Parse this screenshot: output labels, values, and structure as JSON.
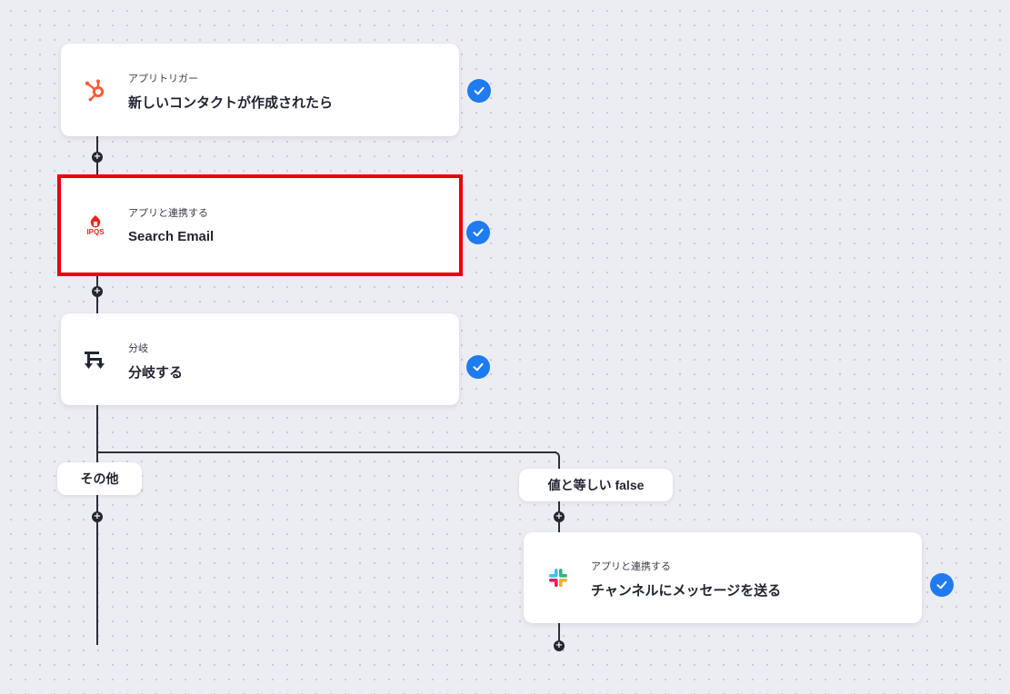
{
  "steps": [
    {
      "subtitle": "アプリトリガー",
      "title": "新しいコンタクトが作成されたら",
      "icon": "hubspot-icon"
    },
    {
      "subtitle": "アプリと連携する",
      "title": "Search Email",
      "icon": "ipqs-icon"
    },
    {
      "subtitle": "分岐",
      "title": "分岐する",
      "icon": "branch-icon"
    },
    {
      "subtitle": "アプリと連携する",
      "title": "チャンネルにメッセージを送る",
      "icon": "slack-icon"
    }
  ],
  "branches": {
    "left_label": "その他",
    "right_label": "値と等しい false"
  },
  "ipqs_logo_text": "IPQS",
  "colors": {
    "check": "#1e7bf0",
    "highlight": "#e8000b",
    "hubspot": "#ff5c35",
    "ipqs": "#e8261c",
    "line": "#2a2f38"
  }
}
